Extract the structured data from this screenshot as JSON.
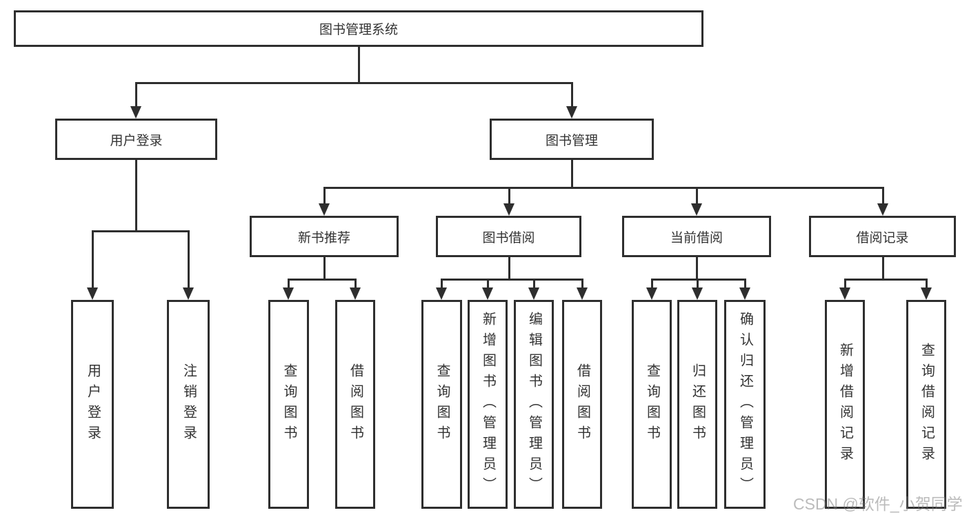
{
  "colors": {
    "line": "#2e2e2e",
    "text": "#333333",
    "background": "#ffffff",
    "watermark": "#bfbfbf"
  },
  "tree": {
    "root": "图书管理系统",
    "branches": [
      {
        "label": "用户登录",
        "children": [
          {
            "label": "用户登录"
          },
          {
            "label": "注销登录"
          }
        ]
      },
      {
        "label": "图书管理",
        "children": [
          {
            "label": "新书推荐",
            "children": [
              {
                "label": "查询图书"
              },
              {
                "label": "借阅图书"
              }
            ]
          },
          {
            "label": "图书借阅",
            "children": [
              {
                "label": "查询图书"
              },
              {
                "label": "新增图书（管理员）"
              },
              {
                "label": "编辑图书（管理员）"
              },
              {
                "label": "借阅图书"
              }
            ]
          },
          {
            "label": "当前借阅",
            "children": [
              {
                "label": "查询图书"
              },
              {
                "label": "归还图书"
              },
              {
                "label": "确认归还（管理员）"
              }
            ]
          },
          {
            "label": "借阅记录",
            "children": [
              {
                "label": "新增借阅记录"
              },
              {
                "label": "查询借阅记录"
              }
            ]
          }
        ]
      }
    ]
  },
  "watermark": "CSDN @软件_小贺同学"
}
